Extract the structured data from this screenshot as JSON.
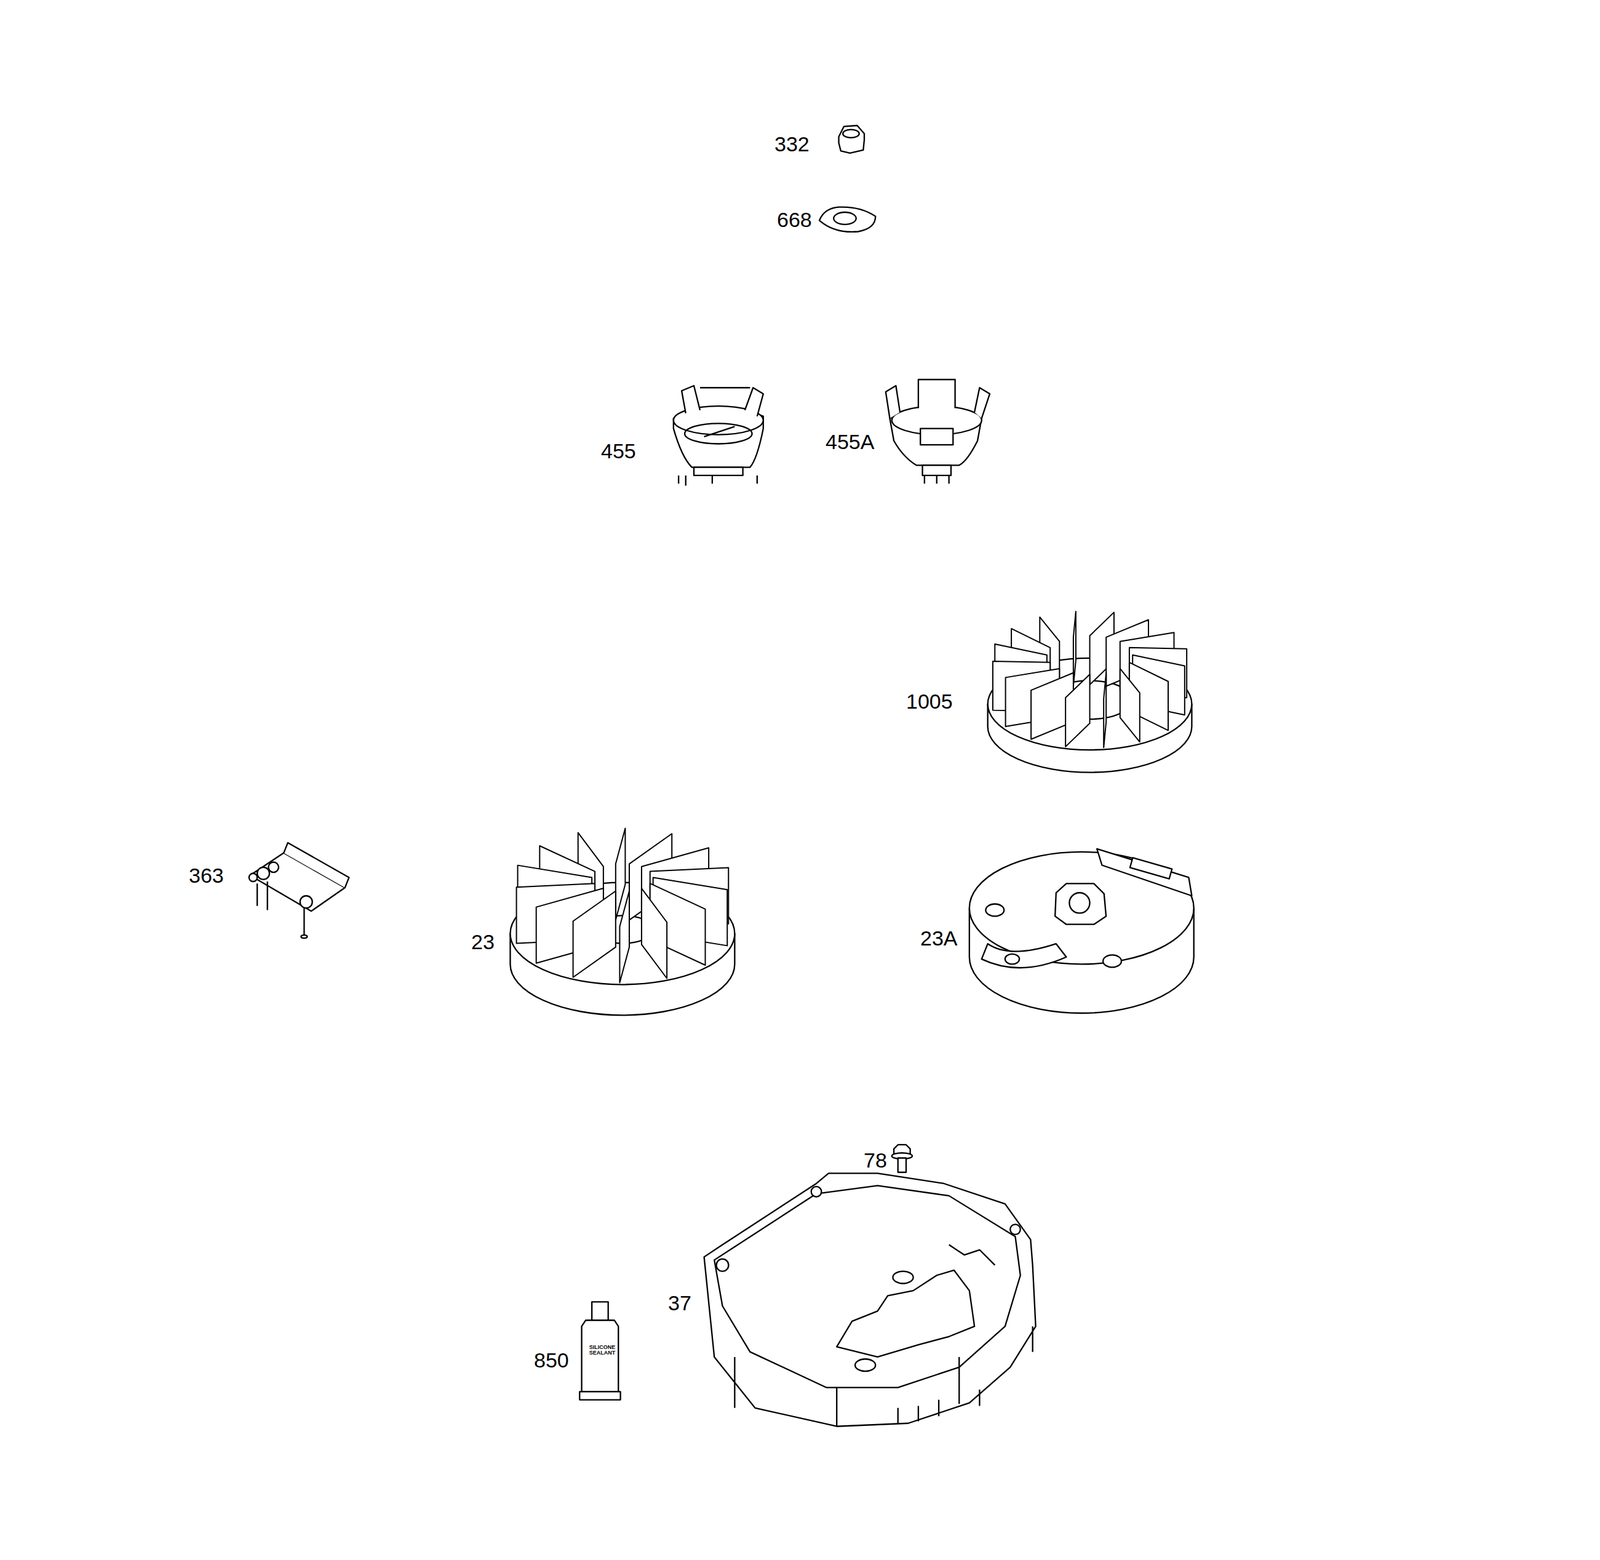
{
  "diagram": {
    "labels": [
      "332",
      "668",
      "455",
      "455A",
      "1005",
      "363",
      "23",
      "23A",
      "78",
      "37",
      "850",
      "SILICONE SEALANT"
    ]
  }
}
